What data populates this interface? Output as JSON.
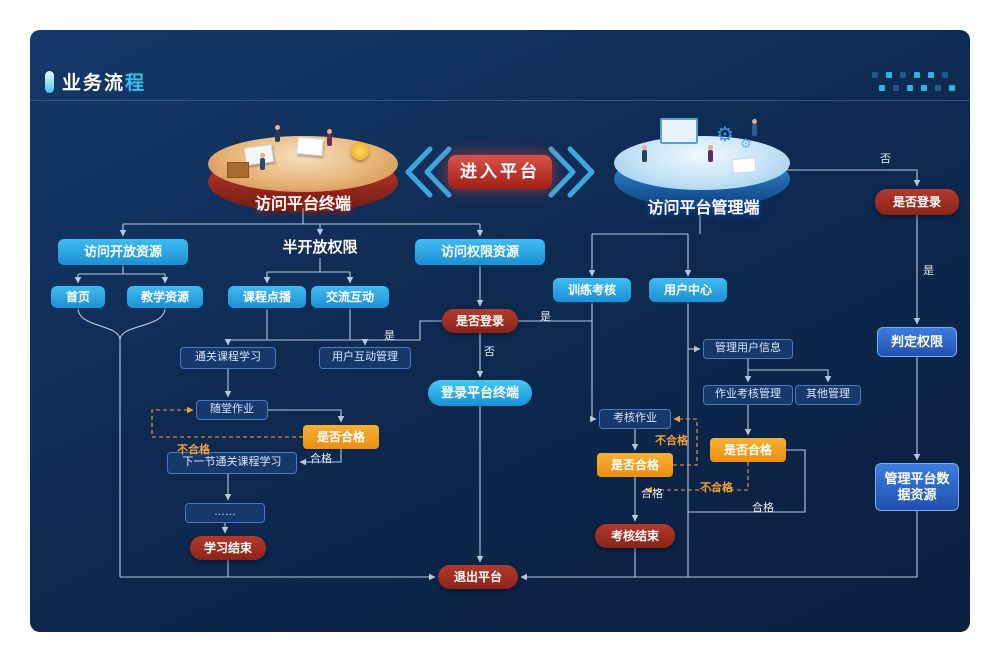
{
  "header": {
    "title_main": "业务流",
    "title_accent": "程"
  },
  "platforms": {
    "enter_button": "进入平台",
    "left_label": "访问平台终端",
    "right_label": "访问平台管理端"
  },
  "nodes": {
    "open_resources": "访问开放资源",
    "semi_open": "半开放权限",
    "perm_resources": "访问权限资源",
    "home": "首页",
    "teaching_resources": "教学资源",
    "course_vod": "课程点播",
    "interaction": "交流互动",
    "training_exam": "训练考核",
    "user_center": "用户中心",
    "is_login": "是否登录",
    "pass_course": "通关课程学习",
    "user_interaction_mgmt": "用户互动管理",
    "login_terminal": "登录平台终端",
    "class_homework": "随堂作业",
    "is_qualified": "是否合格",
    "next_pass_course": "下一节通关课程学习",
    "ellipsis": "……",
    "study_end": "学习结束",
    "manage_user_info": "管理用户信息",
    "homework_exam_mgmt": "作业考核管理",
    "other_mgmt": "其他管理",
    "exam_homework": "考核作业",
    "judge_permission": "判定权限",
    "manage_platform_data": "管理平台数据资源",
    "exam_end": "考核结束",
    "exit_platform": "退出平台"
  },
  "edge_labels": {
    "yes": "是",
    "no": "否",
    "pass": "合格",
    "fail": "不合格"
  },
  "icons": {
    "gear": "⚙"
  },
  "colors": {
    "accent": "#2fc1e8",
    "red": "#a5352a",
    "blue": "#22a7e0",
    "orange": "#f09d1d",
    "navy": "#16386b"
  }
}
